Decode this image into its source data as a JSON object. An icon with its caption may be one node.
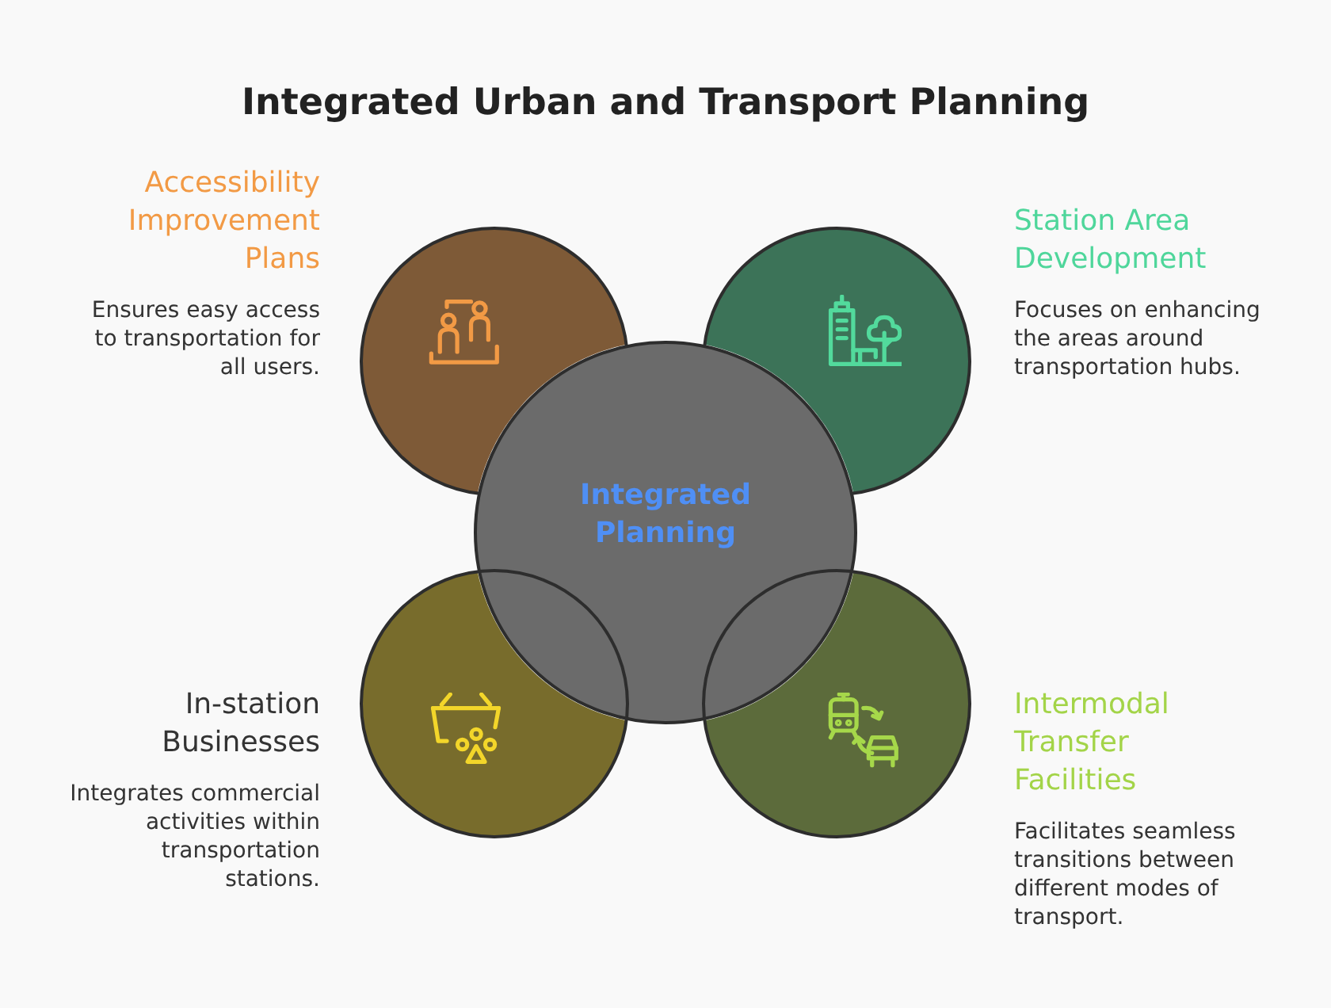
{
  "diagram": {
    "title": "Integrated Urban and Transport Planning",
    "nodes": [
      {
        "text": [],
        "shape": "circle",
        "beside": [
          "Accessibility Improvement Plans",
          "Ensures easy access to transportation for all users."
        ]
      },
      {
        "text": [],
        "shape": "circle",
        "beside": [
          "Station Area Development",
          "Focuses on enhancing the areas around transportation hubs."
        ]
      },
      {
        "text": [
          "Integrated Planning"
        ]
      },
      {
        "text": [],
        "shape": "circle",
        "beside": [
          "In-station Businesses",
          "Integrates commercial activities within transportation stations."
        ]
      },
      {
        "text": [],
        "shape": "circle",
        "beside": [
          "Intermodal Transfer Facilities",
          "Facilitates seamless transitions between different modes of transport."
        ]
      }
    ]
  }
}
